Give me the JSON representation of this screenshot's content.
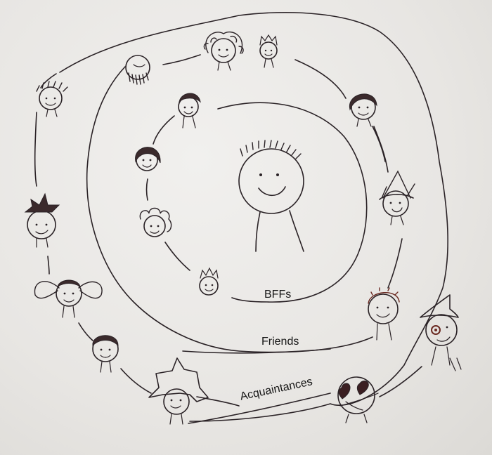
{
  "labels": {
    "inner": "BFFs",
    "middle": "Friends",
    "outer": "Acquaintances"
  },
  "colors": {
    "ink": "#2a2226",
    "paper": "#e9e7e4",
    "accent": "#6b2a22"
  }
}
